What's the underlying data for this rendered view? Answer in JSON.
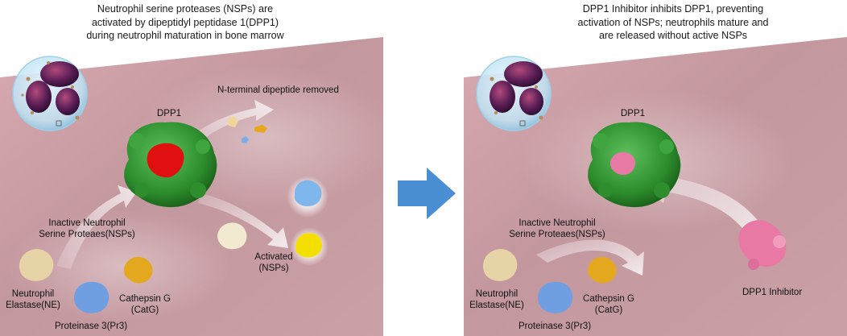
{
  "left_panel": {
    "caption": [
      "Neutrophil serine proteases (NSPs) are",
      "activated by dipeptidyl peptidase 1(DPP1)",
      "during neutrophil maturation in bone marrow"
    ],
    "dipeptide_label": "N-terminal dipeptide removed",
    "dpp1_label": "DPP1",
    "inactive_label": [
      "Inactive Neutrophil",
      "Serine Proteaes(NSPs)"
    ],
    "activated_label": [
      "Activated",
      "(NSPs)"
    ],
    "ne_label": [
      "Neutrophil",
      "Elastase(NE)"
    ],
    "pr3_label": "Proteinase 3(Pr3)",
    "catg_label": [
      "Cathepsin G",
      "(CatG)"
    ]
  },
  "right_panel": {
    "caption": [
      "DPP1 Inhibitor inhibits DPP1, preventing",
      "activation of NSPs; neutrophils mature and",
      "are released without active NSPs"
    ],
    "dpp1_label": "DPP1",
    "inactive_label": [
      "Inactive Neutrophil",
      "Serine Proteaes(NSPs)"
    ],
    "ne_label": [
      "Neutrophil",
      "Elastase(NE)"
    ],
    "pr3_label": "Proteinase 3(Pr3)",
    "catg_label": [
      "Cathepsin G",
      "(CatG)"
    ],
    "inhibitor_label": "DPP1 Inhibitor"
  },
  "colors": {
    "background_mauve": "#c79aa0",
    "dpp1_green": "#2f8f2f",
    "active_site_red": "#e01010",
    "ne_beige": "#e6d3a6",
    "pr3_blue": "#6f9fe0",
    "catg_gold": "#e3a81d",
    "activated_blue": "#7fb7ec",
    "activated_yellow": "#f3e000",
    "inhibitor_pink": "#e879a4",
    "arrow_blue": "#4a8fd4"
  }
}
